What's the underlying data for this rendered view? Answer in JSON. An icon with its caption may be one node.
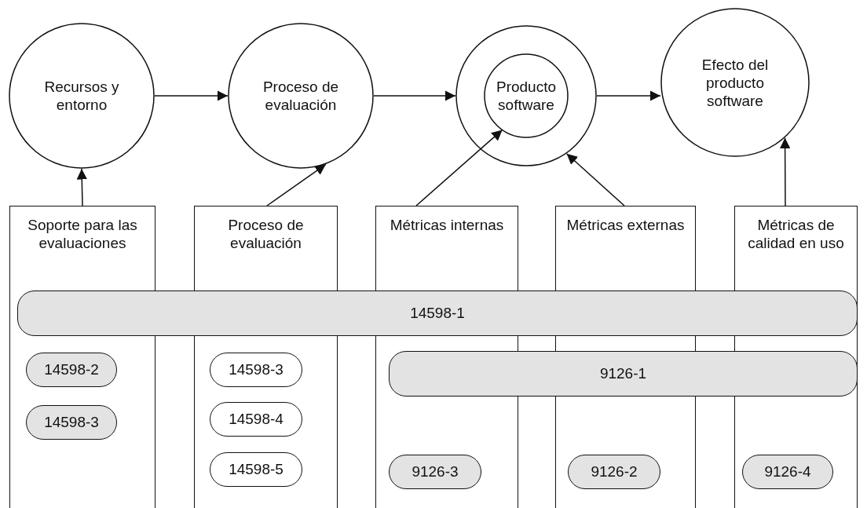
{
  "diagram": {
    "nodes": [
      {
        "text": [
          "Recursos y entorno"
        ]
      },
      {
        "text": [
          "Proceso de evaluación"
        ]
      },
      {
        "text": [
          "Producto software"
        ]
      },
      {
        "text": [
          "Efecto del producto software"
        ]
      },
      {
        "text": [
          "Soporte para las evaluaciones"
        ]
      },
      {
        "text": [
          "Proceso de evaluación"
        ]
      },
      {
        "text": [
          "Métricas internas"
        ]
      },
      {
        "text": [
          "Métricas externas"
        ]
      },
      {
        "text": [
          "Métricas de calidad en uso"
        ]
      },
      {
        "text": [
          "14598-1"
        ]
      },
      {
        "text": [
          "14598-2"
        ],
        "in": 4
      },
      {
        "text": [
          "14598-3"
        ],
        "in": 4
      },
      {
        "text": [
          "14598-3"
        ],
        "in": 5
      },
      {
        "text": [
          "14598-4"
        ],
        "in": 5
      },
      {
        "text": [
          "14598-5"
        ],
        "in": 5
      },
      {
        "text": [
          "9126-1"
        ]
      },
      {
        "text": [
          "9126-3"
        ],
        "in": 6
      },
      {
        "text": [
          "9126-2"
        ],
        "in": 7
      },
      {
        "text": [
          "9126-4"
        ],
        "in": 8
      }
    ],
    "edges": [
      {
        "from": 0,
        "to": 1,
        "arrow": "to"
      },
      {
        "from": 1,
        "to": 2,
        "arrow": "to"
      },
      {
        "from": 2,
        "to": 3,
        "arrow": "to"
      },
      {
        "from": 4,
        "to": 0,
        "arrow": "to"
      },
      {
        "from": 5,
        "to": 1,
        "arrow": "to"
      },
      {
        "from": 6,
        "to": 2,
        "arrow": "to"
      },
      {
        "from": 7,
        "to": 2,
        "arrow": "to"
      },
      {
        "from": 8,
        "to": 3,
        "arrow": "to"
      }
    ]
  }
}
